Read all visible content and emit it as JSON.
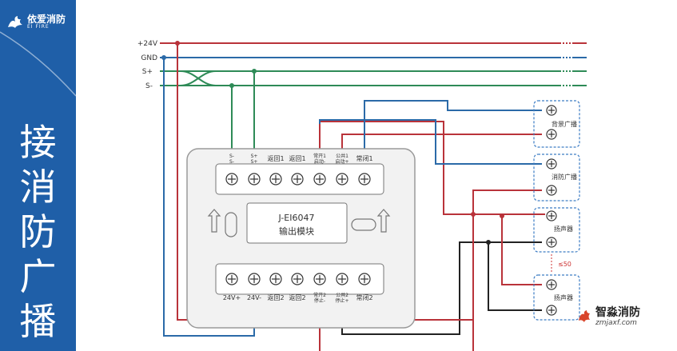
{
  "brand": {
    "name": "依爱消防",
    "sub": "EI FIRE"
  },
  "sidebar_title": [
    "接",
    "消",
    "防",
    "广",
    "播"
  ],
  "bus_labels": {
    "v24": "+24V",
    "gnd": "GND",
    "sp": "S+",
    "sm": "S-"
  },
  "module": {
    "model": "J-EI6047",
    "name": "输出模块",
    "top_terms": [
      {
        "line1": "S-",
        "line2": "S-"
      },
      {
        "line1": "S+",
        "line2": "S+"
      },
      {
        "line1": "返回1",
        "line2": ""
      },
      {
        "line1": "返回1",
        "line2": ""
      },
      {
        "line1": "常开1",
        "line2": "启动-"
      },
      {
        "line1": "公共1",
        "line2": "启动+"
      },
      {
        "line1": "常闭1",
        "line2": ""
      }
    ],
    "bottom_terms": [
      {
        "line1": "24V+",
        "line2": ""
      },
      {
        "line1": "24V-",
        "line2": ""
      },
      {
        "line1": "返回2",
        "line2": ""
      },
      {
        "line1": "返回2",
        "line2": ""
      },
      {
        "line1": "常开2",
        "line2": "停止-"
      },
      {
        "line1": "公共2",
        "line2": "停止+"
      },
      {
        "line1": "常闭2",
        "line2": ""
      }
    ]
  },
  "devices": {
    "bg_broadcast": "背景广播",
    "fire_broadcast": "消防广播",
    "speaker1": "扬声器",
    "speaker2": "扬声器",
    "distance": "≤50"
  },
  "watermark": {
    "name": "智淼消防",
    "url": "zmjaxf.com"
  },
  "colors": {
    "sidebar": "#1f5fa8",
    "red": "#b9333a",
    "blue": "#2b6aa8",
    "green": "#2e8b57",
    "black": "#222222",
    "device_border": "#3d7dc4"
  }
}
